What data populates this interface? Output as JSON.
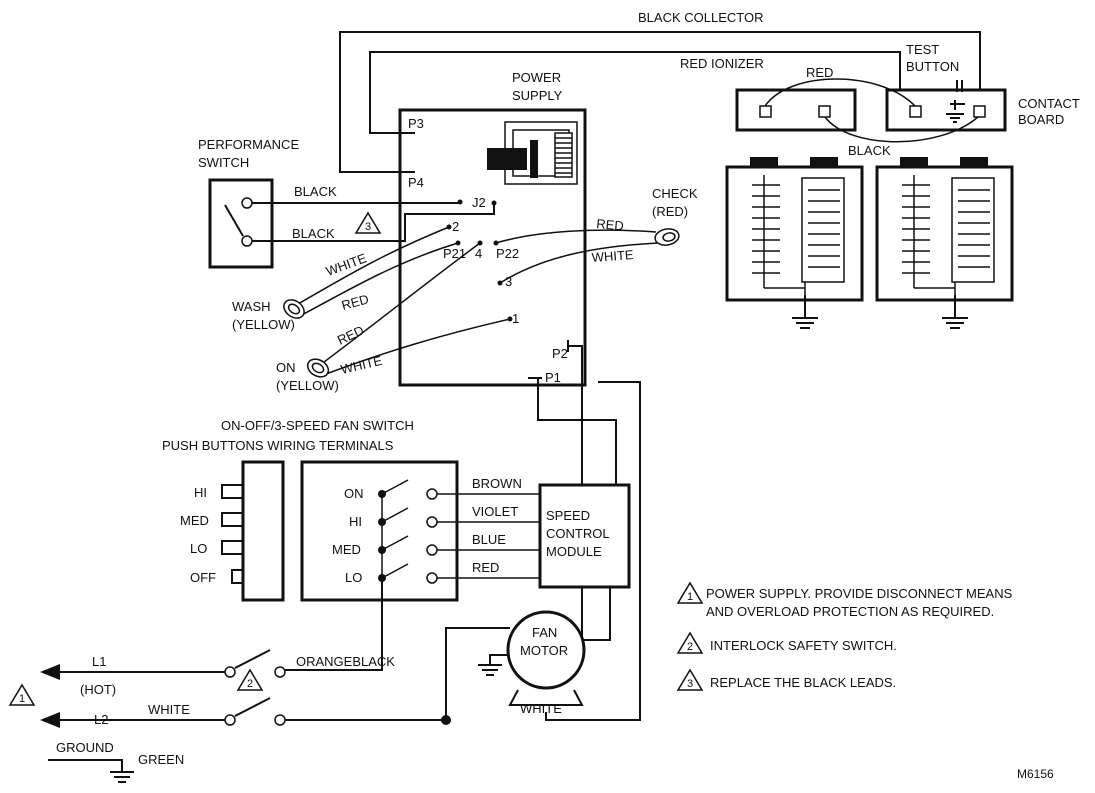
{
  "wires": {
    "black_collector": "BLACK COLLECTOR",
    "red_ionizer": "RED IONIZER",
    "red_top": "RED",
    "black_cell": "BLACK",
    "black_1": "BLACK",
    "black_2": "BLACK",
    "white_wash": "WHITE",
    "red_wash": "RED",
    "red_on": "RED",
    "white_on": "WHITE",
    "red_check": "RED",
    "white_check": "WHITE",
    "brown": "BROWN",
    "violet": "VIOLET",
    "blue": "BLUE",
    "red_switch": "RED",
    "orange_black": "ORANGEBLACK",
    "white_l2": "WHITE",
    "white_motor": "WHITE",
    "green": "GREEN",
    "ground": "GROUND"
  },
  "components": {
    "test_button": [
      "TEST",
      "BUTTON"
    ],
    "contact_board": [
      "CONTACT",
      "BOARD"
    ],
    "power_supply": [
      "POWER",
      "SUPPLY"
    ],
    "performance_switch": [
      "PERFORMANCE",
      "SWITCH"
    ],
    "check_light": [
      "CHECK",
      "(RED)"
    ],
    "wash_light": [
      "WASH",
      "(YELLOW)"
    ],
    "on_light": [
      "ON",
      "(YELLOW)"
    ],
    "fan_switch_title": [
      "ON-OFF/3-SPEED FAN SWITCH",
      "PUSH BUTTONS WIRING TERMINALS"
    ],
    "speed_control": [
      "SPEED",
      "CONTROL",
      "MODULE"
    ],
    "fan_motor": [
      "FAN",
      "MOTOR"
    ],
    "l1": "L1",
    "hot": "(HOT)",
    "l2": "L2"
  },
  "terminals": {
    "p3": "P3",
    "p4": "P4",
    "j2": "J2",
    "t2": "2",
    "p21": "P21",
    "t4": "4",
    "p22": "P22",
    "t3": "3",
    "t1": "1",
    "p2": "P2",
    "p1": "P1"
  },
  "buttons": [
    "HI",
    "MED",
    "LO",
    "OFF"
  ],
  "switch_positions": [
    "ON",
    "HI",
    "MED",
    "LO"
  ],
  "notes": {
    "n1_num": "1",
    "n1": [
      "POWER SUPPLY.  PROVIDE DISCONNECT MEANS",
      "AND OVERLOAD PROTECTION AS REQUIRED."
    ],
    "n2_num": "2",
    "n2": "INTERLOCK SAFETY SWITCH.",
    "n3_num": "3",
    "n3": "REPLACE THE BLACK LEADS."
  },
  "figure_id": "M6156"
}
